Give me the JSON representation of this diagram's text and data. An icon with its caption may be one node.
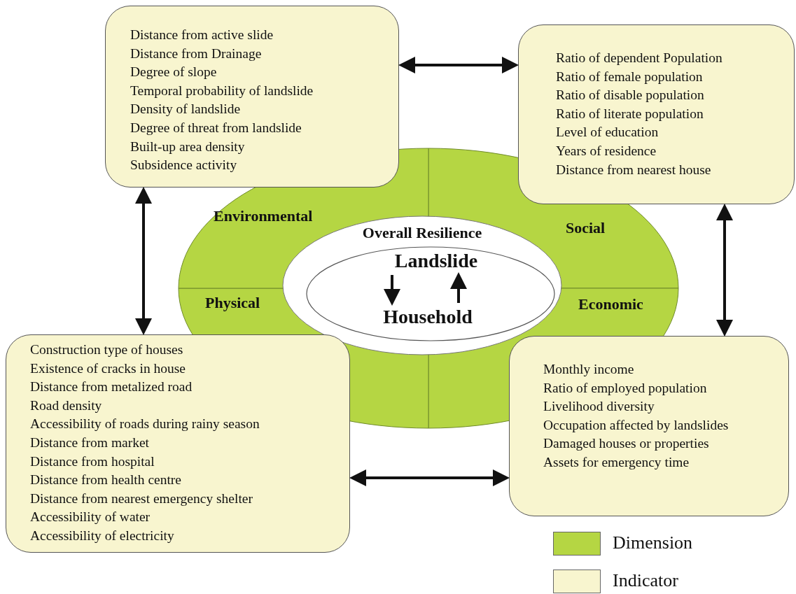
{
  "diagram": {
    "nodes": [
      {
        "text": [
          "Distance from active slide",
          "Distance from Drainage",
          "Degree of slope",
          "Temporal probability of landslide",
          "Density of landslide",
          "Degree of  threat from landslide",
          "Built-up area density",
          "Subsidence activity"
        ]
      },
      {
        "text": [
          "Ratio of dependent Population",
          "Ratio of female population",
          "Ratio of disable population",
          "Ratio of literate population",
          "Level of education",
          "Years of residence",
          "Distance from nearest house"
        ]
      },
      {
        "text": [
          "Environmental"
        ]
      },
      {
        "text": [
          "Social"
        ]
      },
      {
        "text": [
          "Physical"
        ]
      },
      {
        "text": [
          "Economic"
        ]
      },
      {
        "text": [
          "Overall Resilience"
        ]
      },
      {
        "text": [],
        "shape": "ellipse",
        "in": 6
      },
      {
        "text": [
          "Landslide"
        ],
        "in": 7
      },
      {
        "text": [
          "Household"
        ],
        "in": 7
      },
      {
        "text": [
          "Construction type of houses",
          "Existence of cracks in house",
          "Distance from metalized road",
          "Road density",
          "Accessibility of roads during rainy season",
          "Distance from market",
          "Distance from hospital",
          "Distance from health centre",
          "Distance from nearest emergency shelter",
          "Accessibility of water",
          "Accessibility of electricity"
        ]
      },
      {
        "text": [
          "Monthly income",
          "Ratio of employed population",
          "Livelihood diversity",
          "Occupation affected by landslides",
          "Damaged houses or properties",
          "Assets  for emergency time"
        ]
      }
    ],
    "edges": [
      {
        "from": 0,
        "to": 1,
        "arrow": "both"
      },
      {
        "from": 0,
        "to": 10,
        "arrow": "both"
      },
      {
        "from": 1,
        "to": 11,
        "arrow": "both"
      },
      {
        "from": 10,
        "to": 11,
        "arrow": "both"
      },
      {
        "from": 8,
        "to": 9,
        "arrow": "to"
      },
      {
        "from": 9,
        "to": 8,
        "arrow": "to"
      }
    ],
    "legend": [
      {
        "text": "Dimension",
        "color": "#b5d643"
      },
      {
        "text": "Indicator",
        "color": "#f8f5cf"
      }
    ]
  }
}
